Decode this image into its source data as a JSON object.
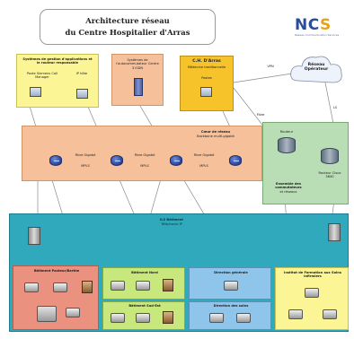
{
  "header": {
    "title_line1": "Architecture réseau",
    "title_line2": "du Centre Hospitalier d'Arras"
  },
  "logo": {
    "brand_main": "NC",
    "brand_accent": "S",
    "tagline": "Réseau Communication Services"
  },
  "cloud": {
    "label_line1": "Réseau",
    "label_line2": "Opérateur"
  },
  "links": {
    "wan_label_left": "VPN",
    "wan_label_right": "LS",
    "fibre_label": "Fibre",
    "backbone_labels": [
      "Fibre Gigabit",
      "Fibre Gigabit",
      "Fibre Gigabit"
    ],
    "backbone_sub_labels": [
      "MPLS",
      "MPLS",
      "MPLS"
    ]
  },
  "blocks": {
    "yellow_top_title": "Systèmes de gestion d'applications et le routeur responsable",
    "yellow_top_item1": "Poste Siemens Call Manager",
    "yellow_top_item2": "IP hôte",
    "salmon_top_title": "Systèmes de l'autocommutateur Centre 3 ISDN",
    "gold_title": "C.H. D'Arras",
    "gold_subtitle": "Médecine traditionnelle",
    "gold_item": "Postes",
    "backbone_title": "Cœur de réseau",
    "backbone_subtitle": "Backbone multi-gigabit",
    "green_title": "Ensemble des commutateurs",
    "green_subtitle": "et réseaux",
    "green_label_left": "Routeur",
    "green_label_right": "Routeur Cisco 3640",
    "teal_title": "ILS Bâtiment",
    "teal_subtitle": "Téléphonie IP",
    "red_title": "Bâtiment Pasteur/Barthe",
    "lgreen_top_title": "Bâtiment Nord",
    "lgreen_bottom_title": "Bâtiment Sud-Est",
    "blue_top_title": "Direction générale",
    "blue_bottom_title": "Direction des soins",
    "yellow_br_title": "Institut de Formation aux Soins Infirmiers"
  },
  "colors": {
    "line": "#8a8a8a",
    "yellow": "#fbf596",
    "salmon": "#f6c09a",
    "gold": "#f6c32b",
    "green": "#b9ddb4",
    "teal": "#2fa9bb",
    "red": "#ea917f",
    "light_green": "#c8e87e",
    "blue": "#8fc5ea"
  }
}
